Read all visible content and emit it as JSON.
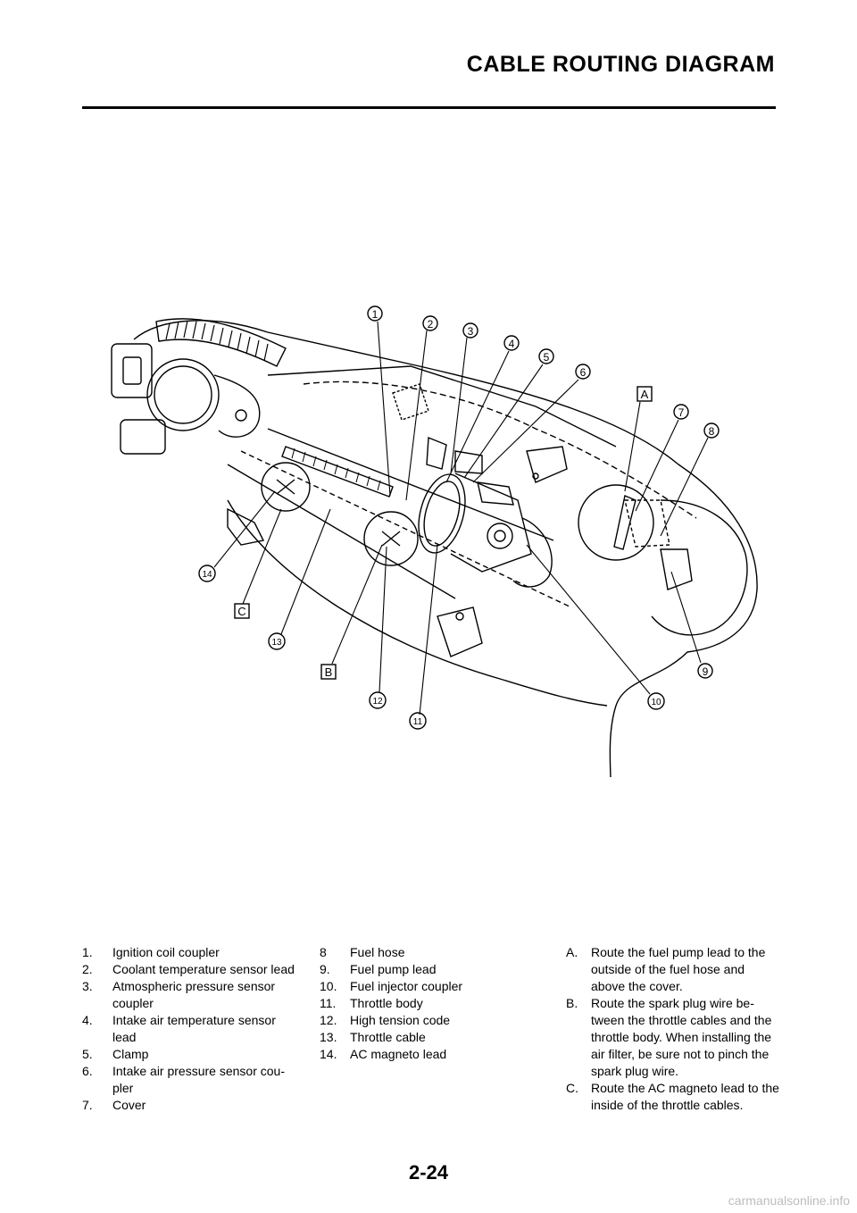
{
  "header": {
    "title": "CABLE ROUTING DIAGRAM"
  },
  "diagram": {
    "callouts": [
      "1",
      "2",
      "3",
      "4",
      "5",
      "6",
      "7",
      "8",
      "9",
      "10",
      "11",
      "12",
      "13",
      "14"
    ],
    "letters": [
      "A",
      "B",
      "C"
    ]
  },
  "legend": {
    "col1": [
      {
        "num": "1.",
        "text": "Ignition coil coupler"
      },
      {
        "num": "2.",
        "text": "Coolant temperature sensor lead"
      },
      {
        "num": "3.",
        "text": "Atmospheric pressure sensor coupler"
      },
      {
        "num": "4.",
        "text": "Intake air temperature sensor lead"
      },
      {
        "num": "5.",
        "text": "Clamp"
      },
      {
        "num": "6.",
        "text": "Intake air pressure sensor cou-pler"
      },
      {
        "num": "7.",
        "text": "Cover"
      }
    ],
    "col2": [
      {
        "num": "8",
        "text": "Fuel hose"
      },
      {
        "num": "9.",
        "text": "Fuel pump lead"
      },
      {
        "num": "10.",
        "text": "Fuel injector coupler"
      },
      {
        "num": "11.",
        "text": "Throttle body"
      },
      {
        "num": "12.",
        "text": "High tension code"
      },
      {
        "num": "13.",
        "text": "Throttle cable"
      },
      {
        "num": "14.",
        "text": "AC magneto lead"
      }
    ],
    "col3": [
      {
        "num": "A.",
        "text": "Route the fuel pump lead to the outside of the fuel hose and above the cover."
      },
      {
        "num": "B.",
        "text": "Route the spark plug wire be-tween the throttle cables and the throttle body. When installing the air filter, be sure not to pinch the spark plug wire."
      },
      {
        "num": "C.",
        "text": "Route the AC magneto lead to the inside of the throttle cables."
      }
    ]
  },
  "footer": {
    "page_number": "2-24",
    "watermark": "carmanualsonline.info"
  }
}
